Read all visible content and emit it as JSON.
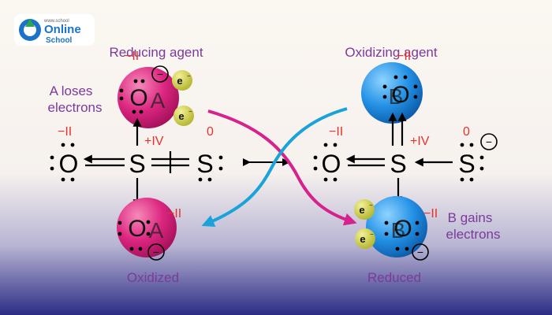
{
  "logo": {
    "line1": "Online",
    "line2": "School",
    "tiny": "www.school"
  },
  "labels": {
    "reducing_agent": "Reducing agent",
    "oxidizing_agent": "Oxidizing agent",
    "a_loses": "A loses",
    "electrons_left": "electrons",
    "b_gains": "B gains",
    "electrons_right": "electrons",
    "oxidized": "Oxidized",
    "reduced": "Reduced"
  },
  "atoms": {
    "O": "O",
    "S": "S",
    "A": "A",
    "B": "B",
    "e": "e"
  },
  "charges": {
    "minus_two": "−II",
    "plus_four": "+IV",
    "zero": "0",
    "minus_sign": "−"
  },
  "colors": {
    "background_top": "#fbf7f1",
    "background_bottom": "#2c2c85",
    "label_purple": "#7a3a9a",
    "charge_red": "#e5332a",
    "sphere_magenta": "#d81b74",
    "sphere_blue": "#1d8fe3",
    "electron_yellow": "#d9d43a",
    "arrow_magenta": "#d6228c",
    "arrow_cyan": "#19a3d8",
    "logo_blue": "#1a73c8"
  }
}
